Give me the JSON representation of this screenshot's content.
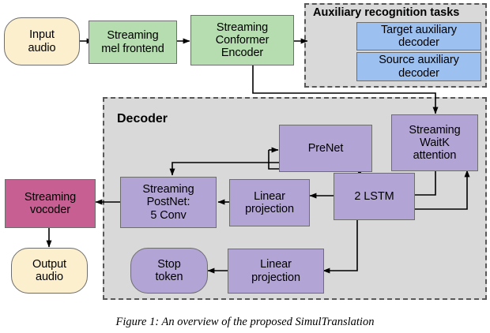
{
  "figure": {
    "caption": "Figure 1:  An overview of the proposed SimulTranslation",
    "colors": {
      "io_node": "#fcefce",
      "encoder_node": "#b5ddb0",
      "decoder_node": "#b3a4d6",
      "auxiliary_node": "#9cc0f0",
      "vocoder_node": "#c75f92",
      "group_background": "#d9d9d9",
      "border": "#6e6e6e",
      "group_border": "#585858",
      "wire": "#000000"
    }
  },
  "groups": {
    "auxiliary": {
      "title": "Auxiliary recognition tasks",
      "nodes": [
        {
          "id": "target-auxiliary-decoder",
          "label": "Target auxiliary\ndecoder"
        },
        {
          "id": "source-auxiliary-decoder",
          "label": "Source auxiliary\ndecoder"
        }
      ]
    },
    "decoder": {
      "title": "Decoder",
      "nodes": [
        {
          "id": "prenet",
          "label": "PreNet"
        },
        {
          "id": "streaming-waitk-attention",
          "label": "Streaming\nWaitK\nattention"
        },
        {
          "id": "streaming-postnet",
          "label": "Streaming\nPostNet:\n5 Conv"
        },
        {
          "id": "linear-projection-mel",
          "label": "Linear\nprojection"
        },
        {
          "id": "two-lstm",
          "label": "2 LSTM"
        },
        {
          "id": "stop-token",
          "label": "Stop\ntoken"
        },
        {
          "id": "linear-projection-stop",
          "label": "Linear\nprojection"
        }
      ]
    }
  },
  "pipeline": {
    "nodes": [
      {
        "id": "input-audio",
        "label": "Input\naudio"
      },
      {
        "id": "streaming-mel-frontend",
        "label": "Streaming\nmel frontend"
      },
      {
        "id": "streaming-conformer-encoder",
        "label": "Streaming\nConformer\nEncoder"
      },
      {
        "id": "streaming-vocoder",
        "label": "Streaming\nvocoder"
      },
      {
        "id": "output-audio",
        "label": "Output\naudio"
      }
    ]
  }
}
